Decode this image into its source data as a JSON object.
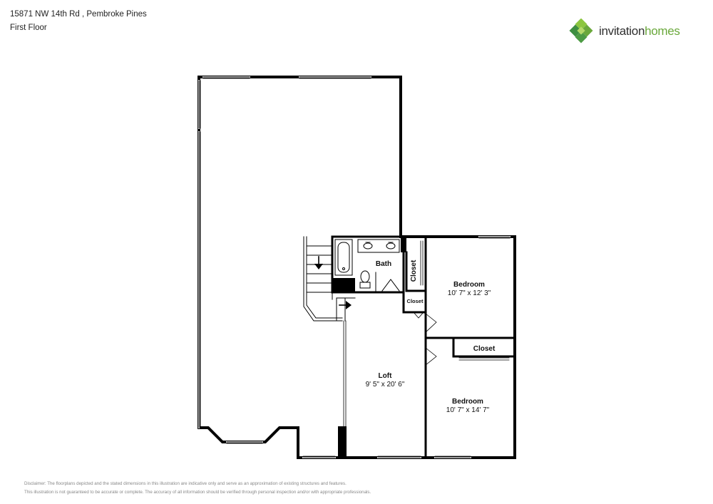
{
  "header": {
    "address": "15871 NW 14th Rd , Pembroke Pines",
    "floor": "First Floor"
  },
  "logo": {
    "text_part1": "invitation",
    "text_part2": "homes",
    "icon": "diamond-cluster-icon",
    "colors": {
      "green_dark": "#3e8e41",
      "green_light": "#8cc63f",
      "text": "#2f2f2f"
    }
  },
  "rooms": {
    "bath": {
      "name": "Bath"
    },
    "closet_vertical": {
      "name": "Closet"
    },
    "closet_small": {
      "name": "Closet"
    },
    "closet_right": {
      "name": "Closet"
    },
    "bedroom_1": {
      "name": "Bedroom",
      "dimensions": "10' 7\" x 12' 3\""
    },
    "bedroom_2": {
      "name": "Bedroom",
      "dimensions": "10' 7\" x 14' 7\""
    },
    "loft": {
      "name": "Loft",
      "dimensions": "9' 5\" x 20' 6\""
    }
  },
  "disclaimer": {
    "line1": "Disclaimer: The floorplans depicted and the stated dimensions in this illustration are indicative only and serve as an approximation of existing structures and features.",
    "line2": "This illustration is not guaranteed to be accurate or complete. The accuracy of all information should be verified through personal inspection and/or with appropriate professionals."
  }
}
